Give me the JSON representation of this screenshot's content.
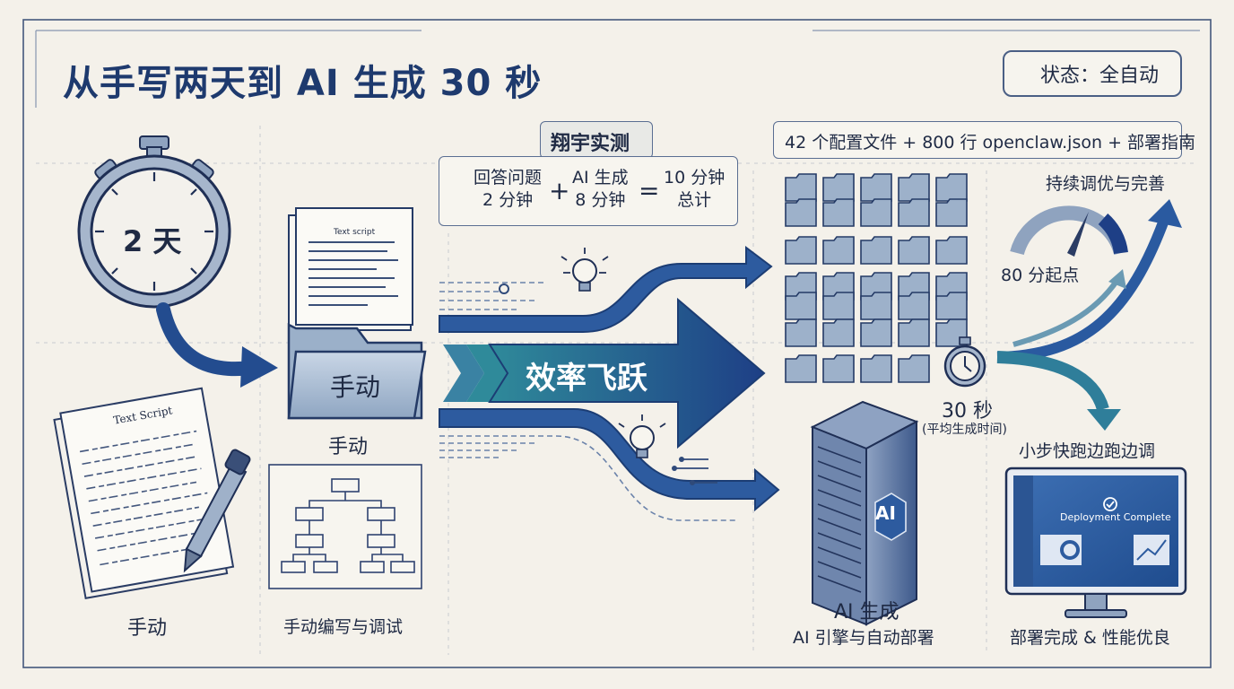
{
  "header": {
    "title": "从手写两天到 AI 生成 30 秒",
    "status": "状态：全自动"
  },
  "left": {
    "clock_label": "2 天",
    "paper_heading": "Text Script",
    "folder_paper_heading": "Text script",
    "folder_label": "手动",
    "under_folder_label": "手动",
    "bottom_left_label": "手动",
    "flowchart_label": "手动编写与调试"
  },
  "middle": {
    "tag": "翔宇实测",
    "eq_a_line1": "回答问题",
    "eq_a_line2": "2 分钟",
    "eq_b_line1": "AI 生成",
    "eq_b_line2": "8 分钟",
    "eq_c_line1": "10 分钟",
    "eq_c_line2": "总计",
    "plus": "+",
    "equals": "=",
    "arrow_label": "效率飞跃"
  },
  "right": {
    "files_caption": "42 个配置文件 + 800 行 openclaw.json + 部署指南",
    "stopwatch_time": "30 秒",
    "stopwatch_note": "(平均生成时间)",
    "server_badge": "AI",
    "server_title": "AI 生成",
    "server_subtitle": "AI 引擎与自动部署",
    "gauge_caption": "持续调优与完善",
    "gauge_start": "80 分起点",
    "iterate_label": "小步快跑边跑边调",
    "monitor_text": "Deployment Complete",
    "monitor_caption": "部署完成 & 性能优良"
  },
  "colors": {
    "navy": "#1e3a6e",
    "blue": "#2f5da3",
    "teal": "#2f8a9a",
    "steel": "#8fa3bf",
    "background": "#f4f1ea"
  }
}
